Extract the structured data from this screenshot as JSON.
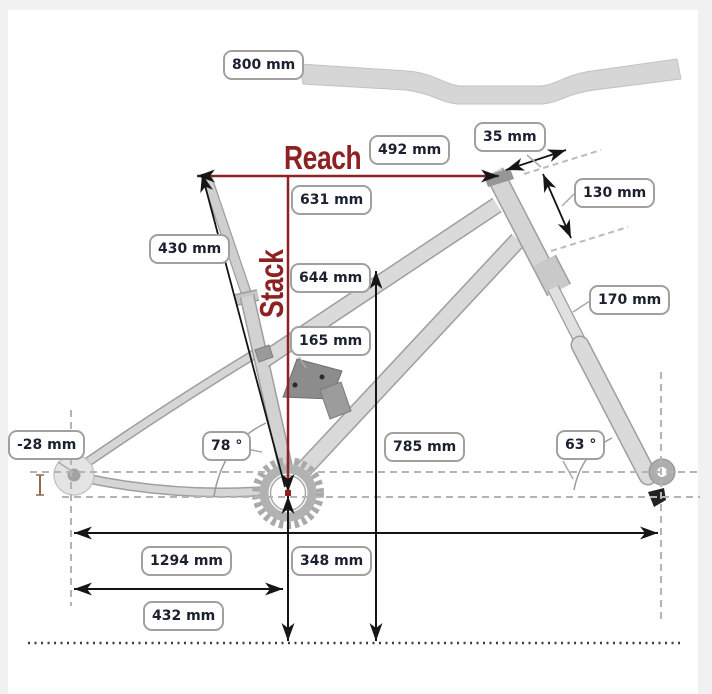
{
  "diagram": {
    "title_words": {
      "reach": "Reach",
      "stack": "Stack"
    },
    "labels": {
      "handlebar_width": "800 mm",
      "stem_length": "35 mm",
      "reach": "492 mm",
      "effective_top_tube": "631 mm",
      "head_tube_length": "130 mm",
      "seat_tube_length": "430 mm",
      "stack": "644 mm",
      "fork_travel": "170 mm",
      "crank_length": "165 mm",
      "bb_drop": "-28 mm",
      "seat_tube_angle": "78 °",
      "standover_height": "785 mm",
      "head_tube_angle": "63 °",
      "wheelbase": "1294 mm",
      "bb_height": "348 mm",
      "chainstay_length": "432 mm"
    },
    "colors": {
      "accent_red": "#8e2222",
      "label_text": "#1c2130",
      "label_border": "#a0a0a0",
      "frame_gray": "#d6d6d6"
    }
  }
}
